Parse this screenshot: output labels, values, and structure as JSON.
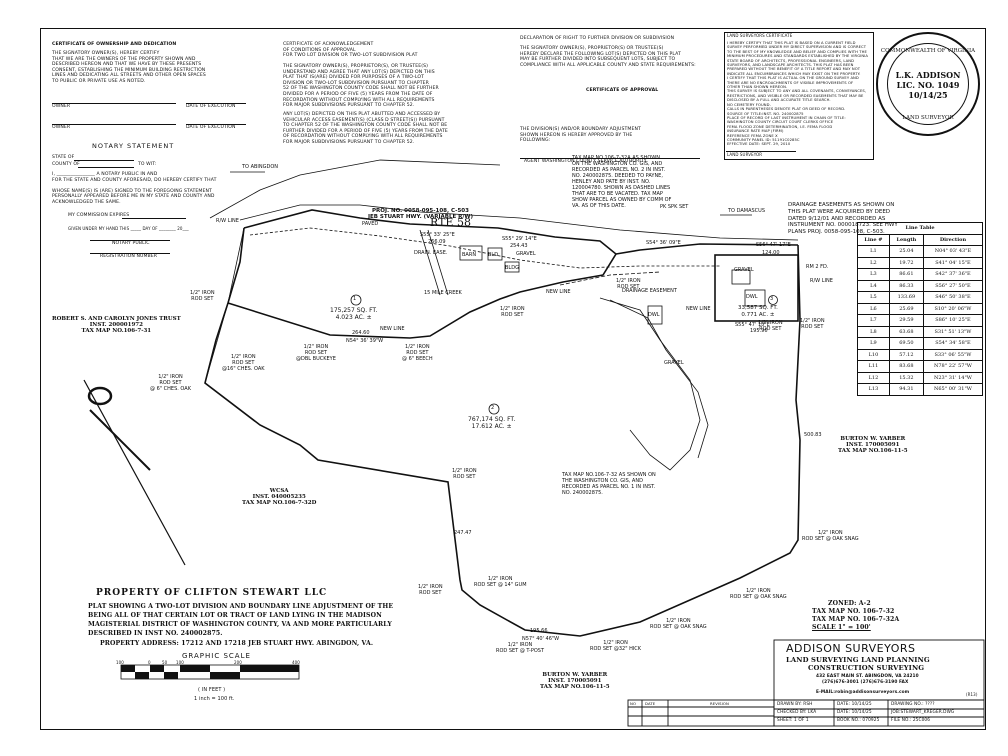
{
  "certificates": {
    "ownership_title": "CERTIFICATE OF OWNERSHIP AND DEDICATION",
    "ownership_body": "THE SIGNATORY OWNER(S), HEREBY CERTIFY\nTHAT WE ARE THE OWNERS OF THE PROPERTY SHOWN AND\nDESCRIBED HEREON AND THAT WE HAVE BY THESE PRESENTS\nCONSENT, ESTABLISHING THE MINIMUM BUILDING RESTRICTION\nLINES AND DEDICATING ALL STREETS AND OTHER OPEN SPACES\nTO PUBLIC OR PRIVATE USE AS NOTED.",
    "owner_label": "OWNER",
    "date_execution": "DATE OF EXECUTION",
    "notary_title": "NOTARY  STATEMENT",
    "state_of": "STATE OF",
    "county_of": "COUNTY OF",
    "to_wit": "TO WIT:",
    "notary_body": "I, ________________ A NOTARY PUBLIC IN AND\nFOR THE STATE AND COUNTY AFORESAID, DO HEREBY CERTIFY THAT\n\nWHOSE NAME(S) IS (ARE) SIGNED TO THE FOREGOING STATEMENT\nPERSONALLY APPEARED BEFORE ME IN MY STATE AND COUNTY AND\nACKNOWLEDGED THE SAME.",
    "commission": "MY COMMISSION EXPIRES",
    "given": "GIVEN UNDER MY HAND THIS _____ DAY OF ________ 20___",
    "notary_public": "NOTARY PUBLIC",
    "registration": "REGISTRATION NUMBER",
    "ack_title": "CERTIFICATE OF ACKNOWLEDGEMENT\nOF CONDITIONS OF APPROVAL\nFOR TWO LOT DIVISION OR TWO-LOT SUBDIVISION PLAT",
    "ack_body1": "THE SIGNATORY OWNER(S), PROPRIETOR(S), OR TRUSTEE(S)\nUNDERSTAND AND AGREE THAT ANY LOT(S) DEPICTED ON THIS\nPLAT THAT IS(ARE) DIVIDED FOR PURPOSES OF A TWO-LOT\nDIVISION OR TWO-LOT SUBDIVISION PURSUANT TO CHAPTER\n52 OF THE WASHINGTON COUNTY CODE SHALL NOT BE FURTHER\nDIVIDED FOR A PERIOD OF FIVE (5) YEARS FROM THE DATE OF\nRECORDATION WITHOUT COMPLYING WITH ALL REQUIREMENTS\nFOR MAJOR SUBDIVISIONS PURSUANT TO CHAPTER 52.",
    "ack_body2": "ANY LOT(S) DEPICTED ON THIS PLAT ABUTTED AND ACCESSED BY\nVEHICULAR ACCESS EASEMENT(S) (CLASS D STREET(S)) PURSUANT\nTO CHAPTER 52 OF THE WASHINGTON COUNTY CODE SHALL NOT BE\nFURTHER DIVIDED FOR A PERIOD OF FIVE (5) YEARS FROM THE DATE\nOF RECORDATION WITHOUT COMPLYING WITH ALL REQUIREMENTS\nFOR MAJOR SUBDIVISIONS PURSUANT TO CHAPTER 52.",
    "decl_title": "DECLARATION OF RIGHT TO FURTHER DIVISION OR SUBDIVISION",
    "decl_body": "THE SIGNATORY OWNER(S), PROPRIETOR(S) OR TRUSTEE(S)\nHEREBY DECLARE THE FOLLOWING LOT(S) DEPICTED ON THIS PLAT\nMAY BE FURTHER DIVIDED INTO SUBSEQUENT LOTS, SUBJECT TO\nCOMPLIANCE WITH ALL APPLICABLE COUNTY AND STATE REQUIREMENTS:",
    "approval_title": "CERTIFICATE OF APPROVAL",
    "approval_body": "THE DIVISION(S) AND/OR BOUNDARY ADJUSTMENT\nSHOWN HEREON IS HEREBY APPROVED BY THE\nFOLLOWING:",
    "agent": "AGENT WASHINGTON COUNTY SERVICE AUTHORITY",
    "surveyor_title": "LAND SURVEYORS CERTIFICATE",
    "surveyor_body": "I HEREBY CERTIFY THAT THIS PLAT IS BASED ON A CURRENT FIELD\nSURVEY PERFORMED UNDER MY DIRECT SUPERVISION AND IS CORRECT\nTO THE BEST OF MY KNOWLEDGE AND BELIEF AND COMPLIES WITH THE\nMINIMUM PROCEDURES AND STANDARDS ESTABLISHED BY THE VIRGINIA\nSTATE BOARD OF ARCHITECTS, PROFESSIONAL ENGINEERS, LAND\nSURVEYORS, AND LANDSCAPE ARCHITECTS. THIS PLAT HAS BEEN\nPREPARED WITHOUT THE BENEFIT OF A TITLE REPORT AND MAY NOT\nINDICATE ALL ENCUMBRANCES WHICH MAY EXIST ON THE PROPERTY.\nI CERTIFY THAT THIS PLAT IS ACTUAL ON THE GROUND SURVEY AND\nTHERE ARE NO ENCROACHMENTS OF VISIBLE IMPROVEMENTS OF\nOTHER THAN SHOWN HEREON.\nTHIS SURVEY IS SUBJECT TO ANY AND ALL COVENANTS, CONVEYANCES,\nRESTRICTIONS, AND VISIBLE OR RECORDED EASEMENTS THAT MAY BE\nDISCLOSED BY A FULL AND ACCURATE TITLE SEARCH.\nNO CEMETERY FOUND.\nCALLS IN PARENTHESES DENOTE PLAT OR DEED OF RECORD.\nSOURCE OF TITLE:INST. NO. 240002875\nPLACE OF RECORD OF LAST INSTRUMENT IN CHAIN OF TITLE:\nWASHINGTON COUNTY CIRCUIT COURT CLERKS OFFICE\nFEMA FLOOD ZONE DETERMINATION, I.E. FEMA  FLOOD\nINSURANCE RATE MAP (FIRM)\nREFERENCE FEMA ZONE X\nCOMMUNITY PANEL ID: 51191C0285C\nEFFECTIVE DATE: SEPT. 29, 2010",
    "surveyor_sig": "LAND SURVEYOR"
  },
  "seal": {
    "top": "COMMONWEALTH OF VIRGINIA",
    "name": "L.K. ADDISON",
    "lic": "LIC. NO. 1049",
    "date": "10/14/25",
    "bottom": "LAND SURVEYOR"
  },
  "map": {
    "proj": "PROJ. NO. 0058-095-108, C-503\nJEB STUART HWY. (VARIABLE R/W)",
    "route": "RTE 58",
    "to_abingdon": "TO ABINGDON",
    "to_damascus": "TO DAMASCUS",
    "paved": "PAVED",
    "rw_line": "R/W LINE",
    "rw_line2": "R/W LINE",
    "tax_note_top": "TAX MAP NO.106-7-32A AS SHOWN\nON THE WASHINGTON CO. GIS, AND\nRECORDED AS PARCEL NO. 2 IN INST.\nNO. 240002875. DEEDED TO PAYNE,\nHENLEY AND PATE BY INST. NO.\n120004780. SHOWN AS DASHED LINES\nTHAT ARE TO BE VACATED. TAX MAP\nSHOW PARCEL AS OWNED BY COMM OF\nVA. AS OF THIS DATE.",
    "drainage_note": "DRAINAGE EASEMENTS AS SHOWN ON\nTHIS PLAT WERE ACQUIRED BY DEED\nDATED 9/12/01 AND RECORDED AS\nINSTRUMENT NO. 000018723. SEE HWY\nPLANS PROJ. 0058-095-108, C-503.",
    "robert": "ROBERT S. AND CAROLYN JONES TRUST\nINST. 200001972\nTAX MAP NO.106-7-31",
    "burton1": "BURTON W. YARBER\nINST. 170005091\nTAX MAP NO.106-11-5",
    "burton2": "BURTON W. YARBER\nINST. 170005091\nTAX MAP NO.106-11-5",
    "wcsa": "WCSA\nINST. 040005235\nTAX MAP NO.106-7-32D",
    "lot1_num": "1",
    "lot1_area": "175,257 SQ. FT.\n4.023 AC. ±",
    "lot2_num": "2",
    "lot2_area": "767,174 SQ. FT.\n17.612 AC. ±",
    "lot3_num": "3",
    "lot3_area": "33,587 SQ. FT.\n0.771 AC. ±",
    "tax_note_mid": "TAX MAP NO.106-7-32 AS SHOWN ON\nTHE WASHINGTON CO. GIS, AND\nRECORDED AS PARCEL NO. 1 IN INST.\nNO. 240002875.",
    "drainage_easement": "DRAINAGE EASEMENT",
    "new_line1": "NEW LINE",
    "new_line2": "NEW LINE",
    "new_line3": "NEW LINE",
    "mile_creek": "15 MILE CREEK",
    "gravel1": "GRAVEL",
    "gravel2": "GRAVEL",
    "gravel3": "GRAVEL",
    "barn": "BARN",
    "bldg": "BLDG",
    "bld": "BLD",
    "dwl1": "DWL",
    "dwl2": "DWL",
    "drain_ease_v": "DRAIN. EASE.",
    "pins": [
      "1/2\" IRON\nROD SET",
      "1/2\" IRON\nROD SET\n@DBL BUCKEYE",
      "1/2\" IRON\nROD SET\n@ 6\" BEECH",
      "1/2\" IRON\nROD SET\n@16\" CHES. OAK",
      "1/2\" IRON\nROD SET\n@ 6\" CHES. OAK",
      "1/2\" IRON\nROD SET",
      "1/2\" IRON\nROD SET",
      "1/2\" IRON\nROD SET",
      "1/2\" IRON\nROD SET @ OAK SNAG",
      "1/2\" IRON\nROD SET @ OAK SNAG",
      "1/2\" IRON\nROD SET @ OAK SNAG",
      "1/2\" IRON\nROD SET @ 14\" GUM",
      "1/2\" IRON\nROD SET @32\" HICK",
      "1/2\" IRON\nROD SET @ T-POST",
      "1/2\" IRON\nROD SET",
      "1/2\" IRON\nROD SET",
      "1/2\" IRON\nROD SET"
    ],
    "rm_fd": "RM 2 FD.",
    "pk_set": "PK SPK SET",
    "bearings": {
      "b1": "S55° 33' 25\"E",
      "b2": "S55° 29' 14\"E",
      "b3": "S54° 36' 09\"E",
      "b4": "S56° 47' 17\"E",
      "b5": "N54° 36' 39\"W",
      "b6": "S55° 47' 15\"E",
      "b7": "N57° 40' 46\"W",
      "d1": "266.09",
      "d2": "264.60",
      "d3": "254.43",
      "d4": "195.96",
      "d5": "124.00",
      "d6": "500.83",
      "d7": "195.66",
      "d8": "247.47"
    }
  },
  "title_block": {
    "property": "PROPERTY  OF  CLIFTON  STEWART  LLC",
    "desc": "PLAT SHOWING A TWO-LOT DIVISION AND BOUNDARY LINE ADJUSTMENT OF THE\nBEING ALL OF THAT CERTAIN LOT OR TRACT OF LAND LYING IN THE MADISON\nMAGISTERIAL DISTRICT OF WASHINGTON COUNTY, VA AND MORE PARTICULARLY\nDESCRIBED IN INST NO. 240002875.",
    "address": "PROPERTY ADDRESS: 17212 AND 17218 JEB STUART HWY. ABINGDON, VA.",
    "graphic_scale": "GRAPHIC  SCALE",
    "scale_ticks": [
      "100",
      "0",
      "50",
      "100",
      "200",
      "400"
    ],
    "in_feet": "( IN FEET )",
    "inch_ft": "1 inch = 100 ft.",
    "zoned": "ZONED: A-2",
    "tax1": "TAX MAP NO. 106-7-32",
    "tax2": "TAX MAP NO. 106-7-32A",
    "scale": "SCALE 1\" = 100'",
    "firm": "ADDISON SURVEYORS",
    "services1": "LAND SURVEYING   LAND PLANNING",
    "services2": "CONSTRUCTION SURVEYING",
    "address_firm": "432 EAST MAIN ST. ABINGDON, VA 24210",
    "phone": "(276)676-3001 (276)676-3190 FAX",
    "email": "E-MAIL:robin@addisonsurveyors.com",
    "rev_no": "NO",
    "rev_date": "DATE",
    "rev_revision": "REVISION",
    "drawn": "DRAWN BY: RSH",
    "date1": "DATE: 10/14/25",
    "drawing_no": "DRAWING NO.: ????",
    "checked": "CHECKED BY: LKA",
    "date2": "DATE: 10/14/25",
    "job": "JOB:STEWART_KREGER.DWG",
    "sheet": "SHEET: 1  OF  1",
    "book": "BOOK NO.: 070925",
    "file": "FILE NO.: 25C006",
    "r13": "(R13)"
  },
  "line_table": {
    "title": "Line Table",
    "headers": [
      "Line #",
      "Length",
      "Direction"
    ],
    "rows": [
      [
        "L1",
        "25.04",
        "N04° 03' 43\"E"
      ],
      [
        "L2",
        "19.72",
        "S41° 04' 15\"E"
      ],
      [
        "L3",
        "86.61",
        "S42° 37' 36\"E"
      ],
      [
        "L4",
        "86.33",
        "S56° 27' 50\"E"
      ],
      [
        "L5",
        "133.69",
        "S46° 50' 38\"E"
      ],
      [
        "L6",
        "25.69",
        "S10° 20' 06\"W"
      ],
      [
        "L7",
        "29.59",
        "S86° 10' 25\"E"
      ],
      [
        "L8",
        "63.68",
        "S31° 51' 13\"W"
      ],
      [
        "L9",
        "69.50",
        "S54° 34' 58\"E"
      ],
      [
        "L10",
        "57.12",
        "S33° 06' 55\"W"
      ],
      [
        "L11",
        "83.68",
        "N78° 22' 57\"W"
      ],
      [
        "L12",
        "15.32",
        "N23° 31' 14\"W"
      ],
      [
        "L13",
        "94.31",
        "N65° 00' 31\"W"
      ]
    ]
  }
}
